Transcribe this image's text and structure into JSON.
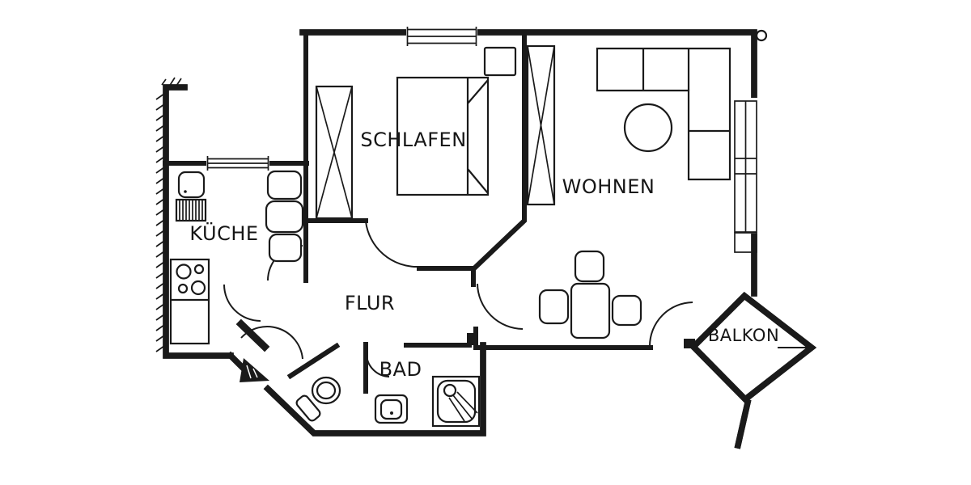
{
  "page": {
    "background": "#ffffff",
    "ink_color": "#1a1a1a",
    "drawing_type": "apartment-floor-plan"
  },
  "plan": {
    "rooms": [
      {
        "id": "schlafen",
        "label": "SCHLAFEN",
        "furniture": [
          "bed",
          "wardrobe",
          "nightstand"
        ]
      },
      {
        "id": "wohnen",
        "label": "WOHNEN",
        "furniture": [
          "corner-sofa",
          "round-coffee-table",
          "wardrobe",
          "dining-table",
          "three-chairs"
        ]
      },
      {
        "id": "kueche",
        "label": "KÜCHE",
        "furniture": [
          "sink",
          "drainer-hatch",
          "stove-four-burners",
          "counter",
          "three-seats"
        ]
      },
      {
        "id": "flur",
        "label": "FLUR",
        "furniture": []
      },
      {
        "id": "bad",
        "label": "BAD",
        "furniture": [
          "toilet-with-cistern",
          "washbasin",
          "shower"
        ]
      },
      {
        "id": "balkon",
        "label": "BALKON",
        "furniture": []
      }
    ],
    "openings": {
      "doors": [
        "entrance-door",
        "kitchen-door",
        "bedroom-door",
        "living-room-door",
        "bathroom-door",
        "balcony-door"
      ],
      "windows": [
        "bedroom-top-window",
        "kitchen-window",
        "living-room-right-windows"
      ],
      "entrance_marker": "filled-black-triangle"
    }
  }
}
